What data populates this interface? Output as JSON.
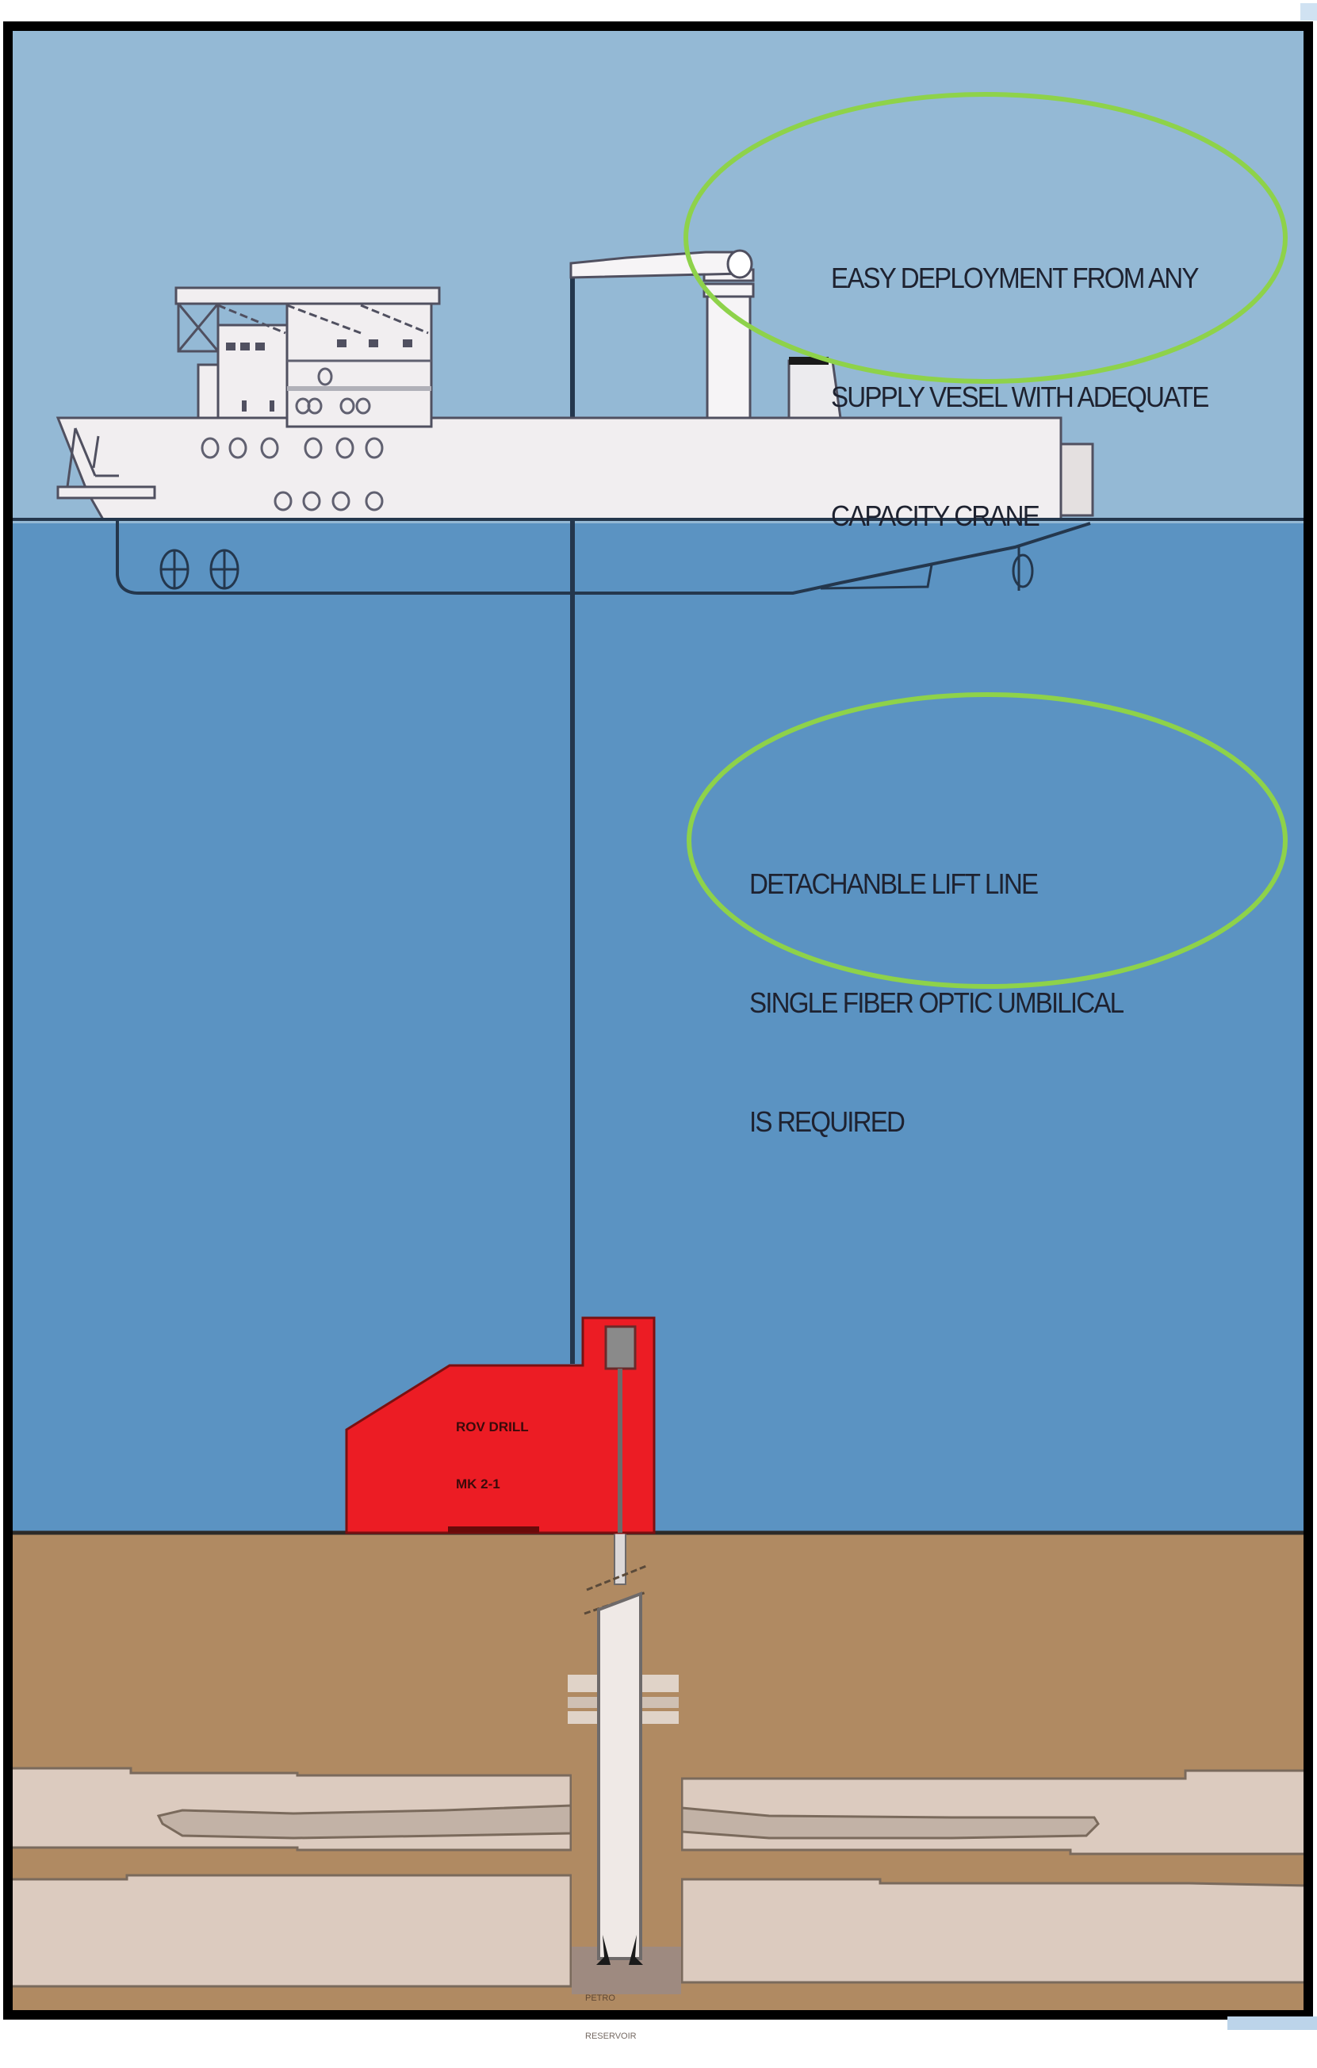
{
  "diagram": {
    "title": "ROV drill deployment from supply vessel",
    "colors": {
      "sky": "#94b9d5",
      "water": "#5b93c2",
      "seabed": "#b08a62",
      "strata_light": "#dccbbf",
      "rov_red": "#ec1c24",
      "callout_green": "#8ed24a",
      "frame": "#000000",
      "vessel": "#f1eef0"
    },
    "callouts": [
      {
        "id": "deployment",
        "lines": [
          "EASY DEPLOYMENT FROM ANY",
          "SUPPLY VESEL WITH ADEQUATE",
          "CAPACITY CRANE"
        ]
      },
      {
        "id": "lift-line",
        "lines": [
          "DETACHANBLE LIFT LINE",
          "SINGLE FIBER OPTIC UMBILICAL",
          "IS REQUIRED"
        ]
      }
    ],
    "rov": {
      "label_lines": [
        "ROV DRILL",
        "MK 2-1"
      ]
    },
    "borehole": {
      "label_lines": [
        "PETRO",
        "RESERVOIR"
      ]
    },
    "components": [
      "supply-vessel",
      "crane",
      "lift-line",
      "rov-drill",
      "drill-string",
      "seabed",
      "rock-strata"
    ]
  }
}
